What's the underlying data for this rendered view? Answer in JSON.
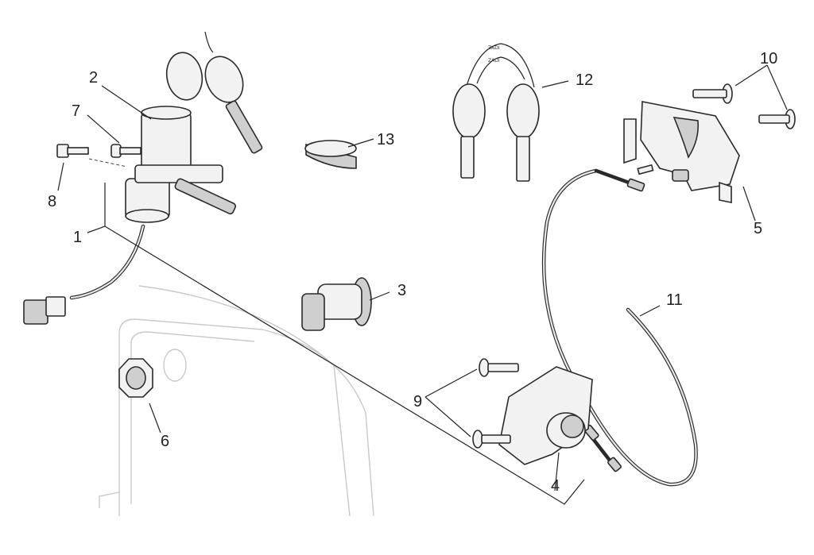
{
  "callouts": [
    {
      "id": "1",
      "label": "1"
    },
    {
      "id": "2",
      "label": "2"
    },
    {
      "id": "3",
      "label": "3"
    },
    {
      "id": "4",
      "label": "4"
    },
    {
      "id": "5",
      "label": "5"
    },
    {
      "id": "6",
      "label": "6"
    },
    {
      "id": "7",
      "label": "7"
    },
    {
      "id": "8",
      "label": "8"
    },
    {
      "id": "9",
      "label": "9"
    },
    {
      "id": "10",
      "label": "10"
    },
    {
      "id": "11",
      "label": "11"
    },
    {
      "id": "12",
      "label": "12"
    },
    {
      "id": "13",
      "label": "13"
    }
  ],
  "key_tag": {
    "brand": "ZADI"
  }
}
